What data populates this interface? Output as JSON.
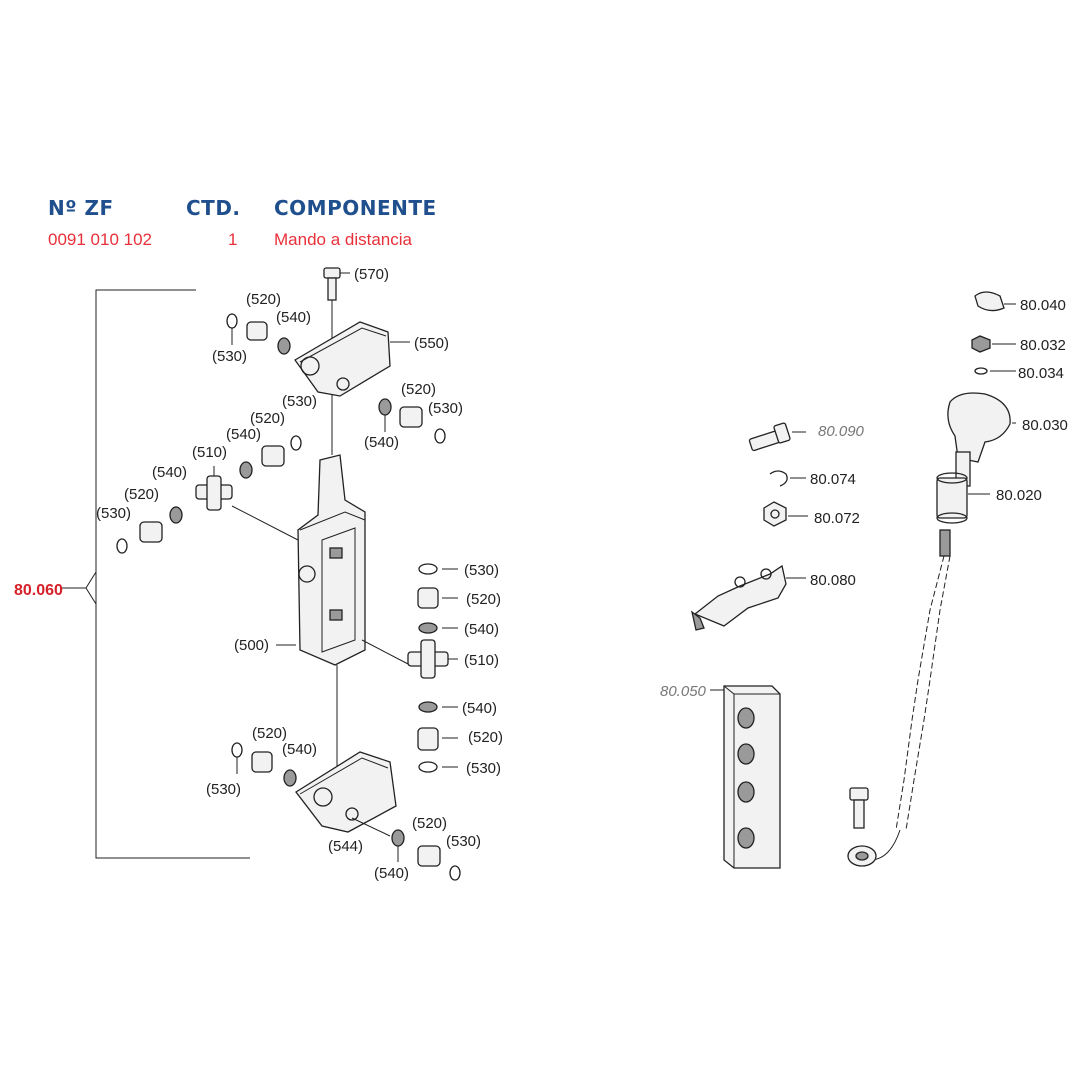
{
  "header": {
    "col_part_no": "Nº ZF",
    "col_qty": "CTD.",
    "col_component": "COMPONENTE"
  },
  "row": {
    "part_no": "0091 010 102",
    "qty": "1",
    "component": "Mando a distancia"
  },
  "group_label": "80.060",
  "left_labels": {
    "l570": "(570)",
    "l520a": "(520)",
    "l540a": "(540)",
    "l530a": "(530)",
    "l550": "(550)",
    "l520b": "(520)",
    "l530b": "(530)",
    "l540b": "(540)",
    "l530c": "(530)",
    "l520c": "(520)",
    "l540c": "(540)",
    "l510a": "(510)",
    "l540d": "(540)",
    "l520d": "(520)",
    "l530d": "(530)",
    "l500": "(500)",
    "l530e": "(530)",
    "l520e": "(520)",
    "l540e": "(540)",
    "l510b": "(510)",
    "l540f": "(540)",
    "l520f": "(520)",
    "l530f": "(530)",
    "l520g": "(520)",
    "l540g": "(540)",
    "l530g": "(530)",
    "l544": "(544)",
    "l520h": "(520)",
    "l530h": "(530)",
    "l540h": "(540)"
  },
  "right_labels": {
    "r80040": "80.040",
    "r80032": "80.032",
    "r80034": "80.034",
    "r80030": "80.030",
    "r80020": "80.020",
    "r80090": "80.090",
    "r80074": "80.074",
    "r80072": "80.072",
    "r80080": "80.080",
    "r80050": "80.050"
  }
}
